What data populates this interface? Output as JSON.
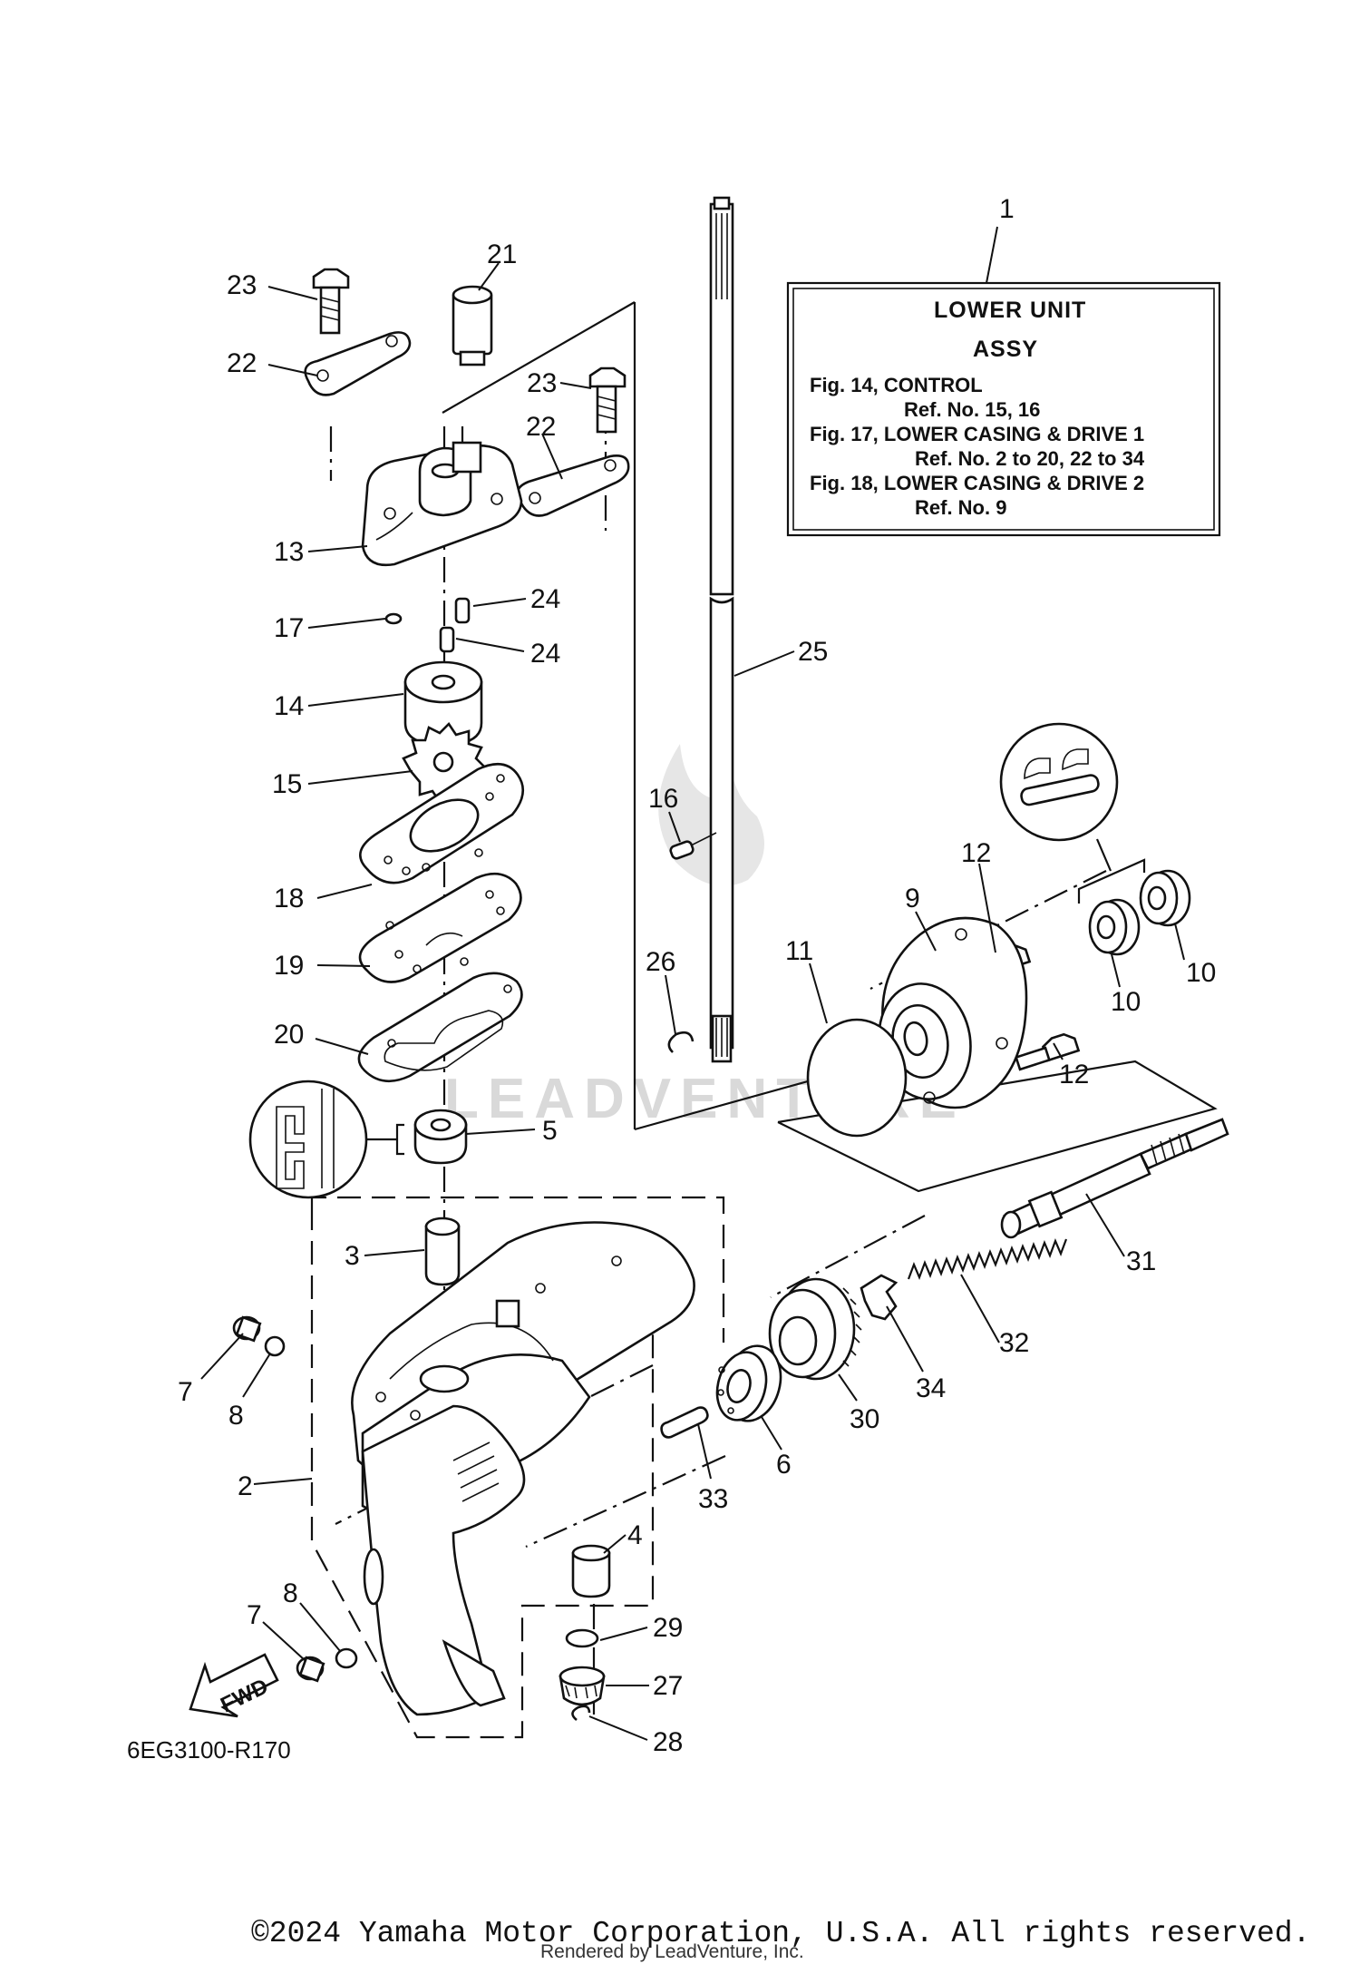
{
  "legend": {
    "number": "1",
    "title_line1": "LOWER UNIT",
    "title_line2": "ASSY",
    "lines": [
      "Fig. 14, CONTROL",
      "Ref. No. 15, 16",
      "Fig. 17, LOWER CASING & DRIVE 1",
      "Ref. No. 2 to 20, 22 to 34",
      "Fig. 18, LOWER CASING & DRIVE 2",
      "Ref. No. 9"
    ]
  },
  "callouts": {
    "c23a": "23",
    "c21": "21",
    "c22a": "22",
    "c23b": "23",
    "c22b": "22",
    "c13": "13",
    "c17": "17",
    "c24a": "24",
    "c24b": "24",
    "c14": "14",
    "c15": "15",
    "c18": "18",
    "c19": "19",
    "c20": "20",
    "c25": "25",
    "c16": "16",
    "c26": "26",
    "c12a": "12",
    "c9": "9",
    "c11": "11",
    "c10a": "10",
    "c10b": "10",
    "c12b": "12",
    "c5": "5",
    "c3": "3",
    "c31": "31",
    "c32": "32",
    "c7a": "7",
    "c8a": "8",
    "c34": "34",
    "c30": "30",
    "c6": "6",
    "c33": "33",
    "c2": "2",
    "c4": "4",
    "c29": "29",
    "c8b": "8",
    "c7b": "7",
    "c27": "27",
    "c28": "28"
  },
  "direction_marker": "FWD",
  "diagram_code": "6EG3100-R170",
  "watermark": "LEADVENTURE",
  "copyright": "©2024 Yamaha Motor Corporation, U.S.A. All rights reserved.",
  "rendered_by": "Rendered by LeadVenture, Inc."
}
